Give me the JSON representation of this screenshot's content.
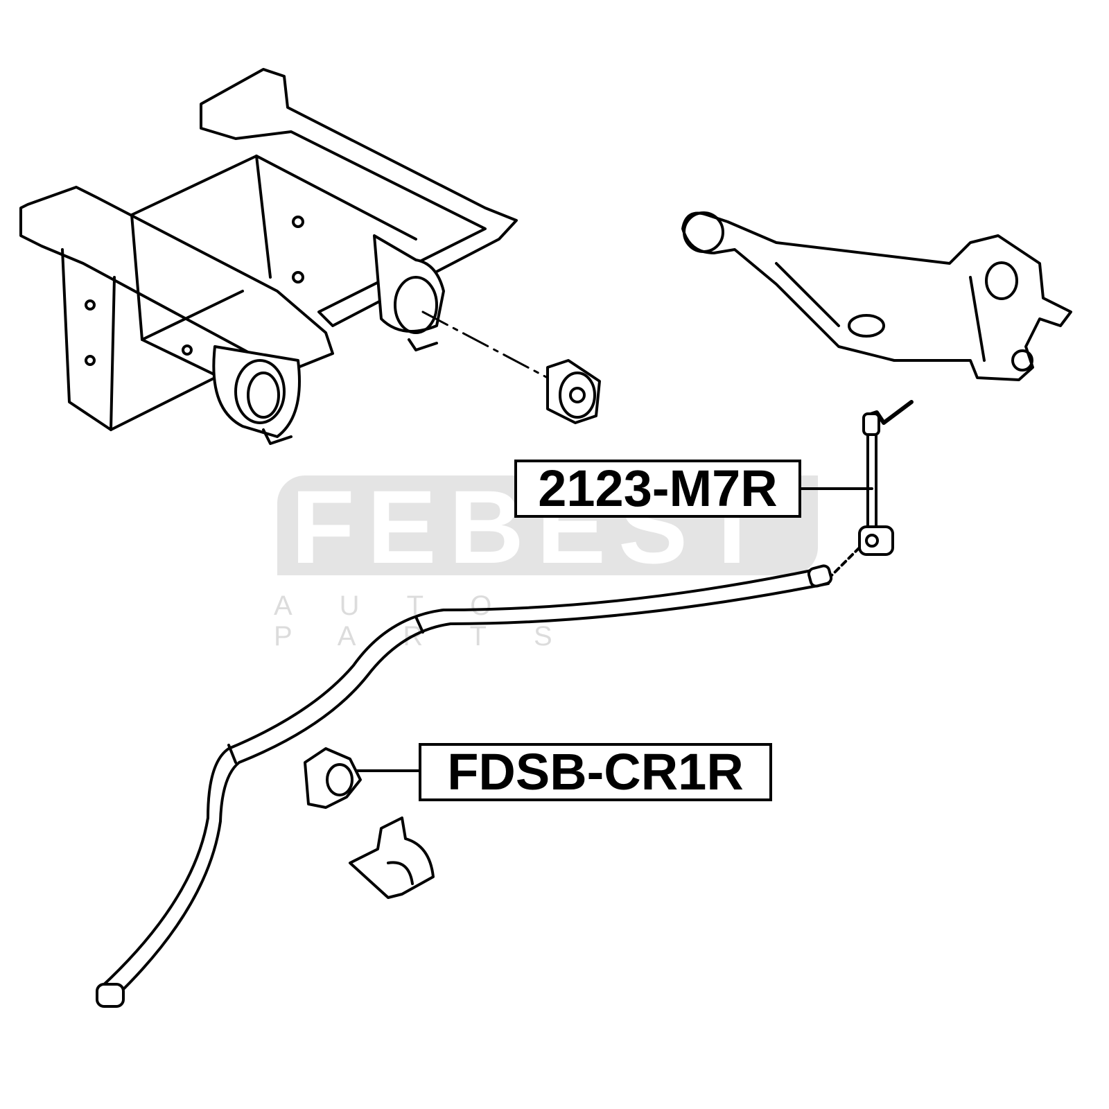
{
  "watermark": {
    "brand": "FEBEST",
    "tagline": "AUTO PARTS"
  },
  "parts": [
    {
      "part_number": "2123-M7R"
    },
    {
      "part_number": "FDSB-CR1R"
    }
  ]
}
